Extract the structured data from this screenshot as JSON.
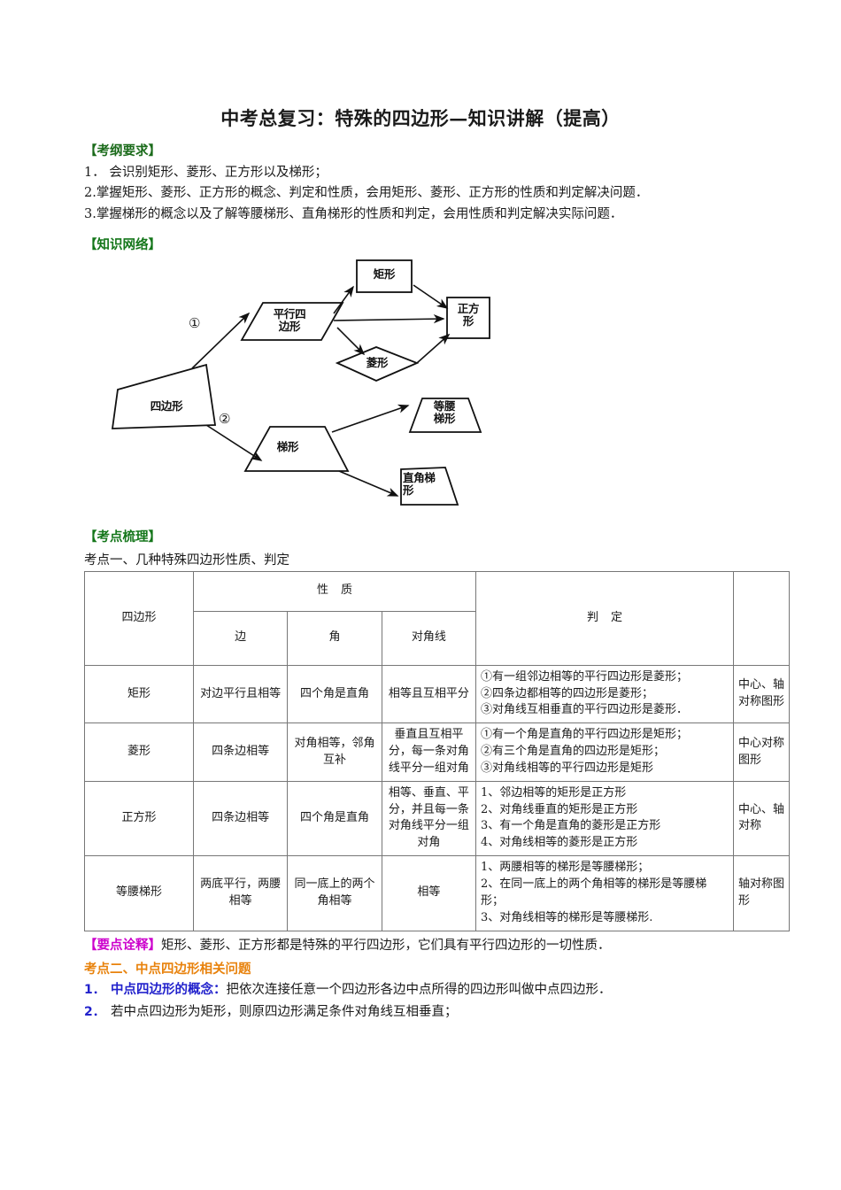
{
  "document": {
    "title": "中考总复习：特殊的四边形—知识讲解（提高）",
    "sections": {
      "outline_heading": "【考纲要求】",
      "outline_items": [
        "1． 会识别矩形、菱形、正方形以及梯形；",
        "2.掌握矩形、菱形、正方形的概念、判定和性质，会用矩形、菱形、正方形的性质和判定解决问题．",
        "3.掌握梯形的概念以及了解等腰梯形、直角梯形的性质和判定，会用性质和判定解决实际问题．"
      ],
      "network_heading": "【知识网络】",
      "review_heading": "【考点梳理】",
      "kp1_heading": "考点一、几种特殊四边形性质、判定"
    }
  },
  "diagram": {
    "nodes": {
      "quadrilateral": "四边形",
      "parallelogram": "平行四\n边形",
      "rectangle": "矩形",
      "rhombus": "菱形",
      "square": "正方\n形",
      "trapezoid": "梯形",
      "isosceles_trapezoid": "等腰\n梯形",
      "right_trapezoid": "直角梯\n形"
    },
    "markers": {
      "branch1": "①",
      "branch2": "②"
    }
  },
  "table": {
    "headers": {
      "shape": "四边形",
      "properties": "性质",
      "criteria": "判定",
      "symmetry": "",
      "sub_side": "边",
      "sub_angle": "角",
      "sub_diagonal": "对角线"
    },
    "rows": [
      {
        "name": "矩形",
        "side": "对边平行且相等",
        "angle": "四个角是直角",
        "diagonal": "相等且互相平分",
        "criteria": [
          "①有一组邻边相等的平行四边形是菱形；",
          "②四条边都相等的四边形是菱形；",
          "③对角线互相垂直的平行四边形是菱形．"
        ],
        "symmetry": "中心、轴对称图形"
      },
      {
        "name": "菱形",
        "side": "四条边相等",
        "angle": "对角相等，邻角互补",
        "diagonal": "垂直且互相平分，每一条对角线平分一组对角",
        "criteria": [
          "①有一个角是直角的平行四边形是矩形；",
          "②有三个角是直角的四边形是矩形；",
          "③对角线相等的平行四边形是矩形"
        ],
        "symmetry": "中心对称图形"
      },
      {
        "name": "正方形",
        "side": "四条边相等",
        "angle": "四个角是直角",
        "diagonal": "相等、垂直、平分，并且每一条对角线平分一组对角",
        "criteria": [
          "1、邻边相等的矩形是正方形",
          "2、对角线垂直的矩形是正方形",
          "3、有一个角是直角的菱形是正方形",
          "4、对角线相等的菱形是正方形"
        ],
        "symmetry": "中心、轴对称"
      },
      {
        "name": "等腰梯形",
        "side": "两底平行，两腰相等",
        "angle": "同一底上的两个角相等",
        "diagonal": "相等",
        "criteria": [
          "1、两腰相等的梯形是等腰梯形；",
          "2、在同一底上的两个角相等的梯形是等腰梯形；",
          "3、对角线相等的梯形是等腰梯形."
        ],
        "symmetry": "轴对称图形"
      }
    ]
  },
  "footer": {
    "interpret_label": "【要点诠释】",
    "interpret_text": "矩形、菱形、正方形都是特殊的平行四边形，它们具有平行四边形的一切性质．",
    "kp2_heading": "考点二、中点四边形相关问题",
    "items": [
      {
        "num": "1．",
        "bold": "中点四边形的概念：",
        "text": "把依次连接任意一个四边形各边中点所得的四边形叫做中点四边形．"
      },
      {
        "num": "2．",
        "bold": "",
        "text": "若中点四边形为矩形，则原四边形满足条件对角线互相垂直；"
      }
    ]
  },
  "colors": {
    "green": "#1b6b1b",
    "magenta": "#cc00cc",
    "orange": "#e8820c",
    "blue": "#2222cc"
  }
}
